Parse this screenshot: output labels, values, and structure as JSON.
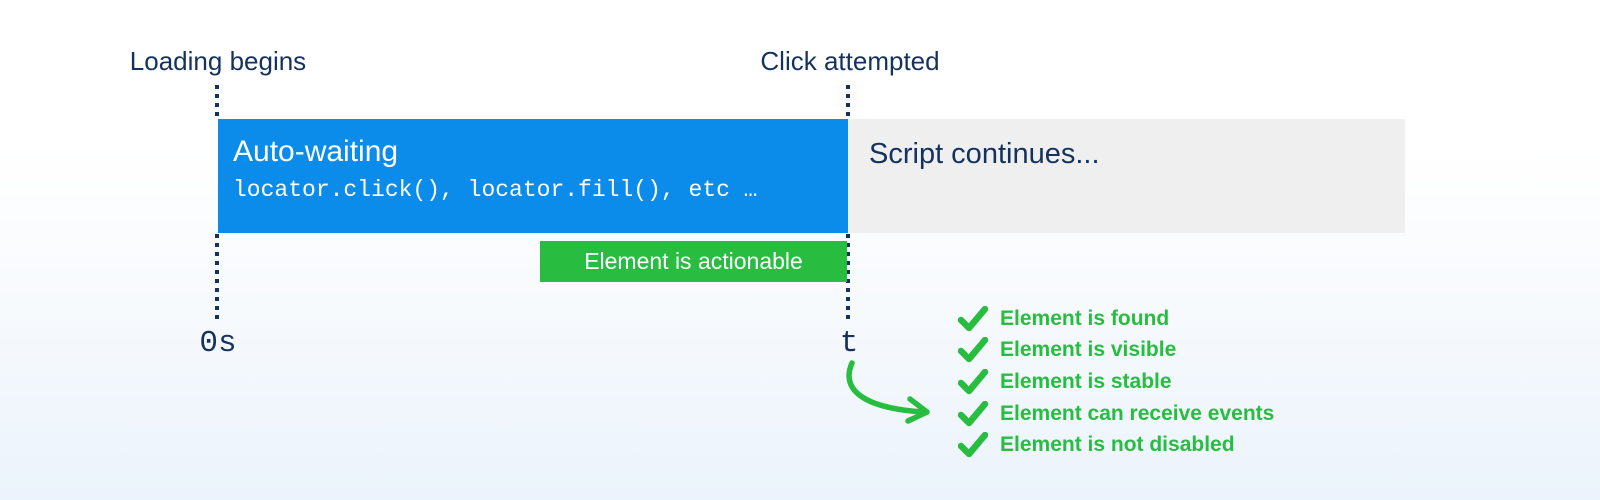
{
  "timeline": {
    "loading_begins_label": "Loading begins",
    "click_attempted_label": "Click attempted",
    "start_time_label": "0s",
    "end_time_label": "t"
  },
  "bars": {
    "auto_waiting": {
      "title": "Auto-waiting",
      "code": "locator.click(), locator.fill(), etc …",
      "color": "#0b8ceb"
    },
    "script_continues": {
      "title": "Script continues...",
      "color": "#efefef"
    }
  },
  "badge": {
    "label": "Element is actionable",
    "color": "#28bd40"
  },
  "checklist": {
    "items": [
      {
        "icon": "checkmark-icon",
        "label": "Element is found"
      },
      {
        "icon": "checkmark-icon",
        "label": "Element is visible"
      },
      {
        "icon": "checkmark-icon",
        "label": "Element is stable"
      },
      {
        "icon": "checkmark-icon",
        "label": "Element can receive events"
      },
      {
        "icon": "checkmark-icon",
        "label": "Element is not disabled"
      }
    ],
    "color": "#28bd40"
  },
  "colors": {
    "navy_text": "#15325f",
    "accent_blue": "#0b8ceb",
    "accent_green": "#28bd40",
    "bar_gray": "#efefef",
    "background_top": "#ffffff",
    "background_bottom": "#ebf3fc"
  }
}
